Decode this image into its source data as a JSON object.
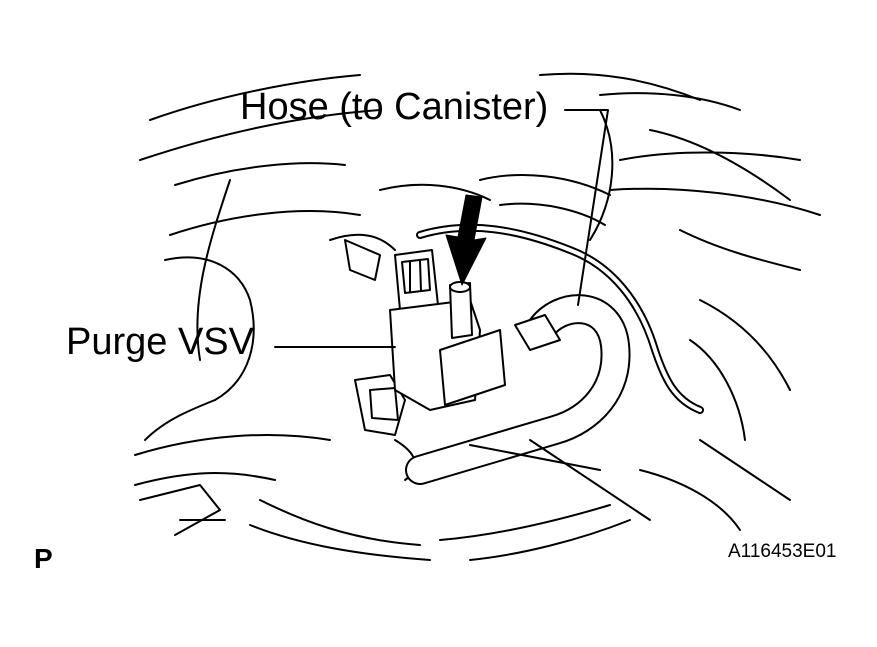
{
  "labels": {
    "hose": "Hose (to Canister)",
    "purge_vsv": "Purge VSV",
    "view_marker": "P",
    "figure_code": "A116453E01"
  }
}
